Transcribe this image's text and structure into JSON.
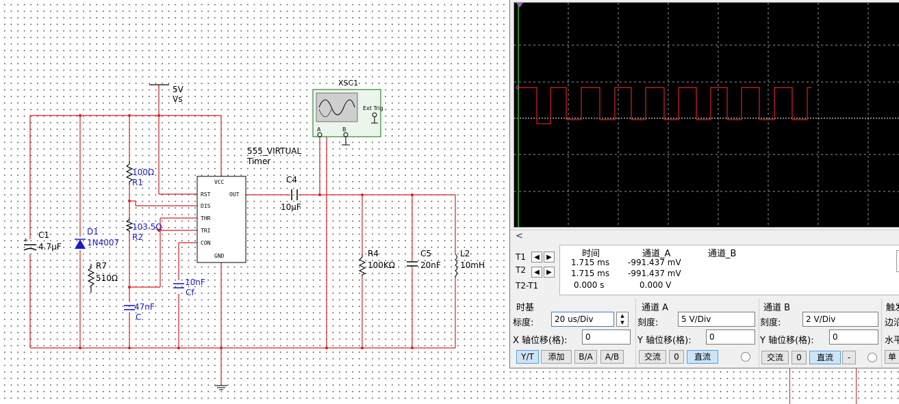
{
  "schematic": {
    "supply_label": "5V",
    "supply_name": "Vs",
    "timer_name": "555_VIRTUAL",
    "timer_sub": "Timer",
    "scope_name": "XSC1",
    "scope_ext_trig": "Ext Trig",
    "scope_pin_a": "A",
    "scope_pin_b": "B",
    "pins": {
      "vcc": "VCC",
      "rst": "RST",
      "out": "OUT",
      "dis": "DIS",
      "thr": "THR",
      "tri": "TRI",
      "con": "CON",
      "gnd": "GND"
    },
    "components": {
      "r1": {
        "value": "100Ω",
        "name": "R1"
      },
      "r2": {
        "value": "103.5Ω",
        "name": "R2"
      },
      "c1": {
        "name": "C1",
        "value": "4.7µF"
      },
      "d1": {
        "name": "D1",
        "value": "1N4007"
      },
      "r7": {
        "name": "R7",
        "value": "510Ω"
      },
      "c": {
        "value": "47nF",
        "name": "C"
      },
      "cf": {
        "value": "10nF",
        "name": "Cf"
      },
      "c4": {
        "name": "C4",
        "value": "10µF"
      },
      "r4": {
        "name": "R4",
        "value": "100KΩ"
      },
      "c5": {
        "name": "C5",
        "value": "20nF"
      },
      "l2": {
        "name": "L2",
        "value": "10mH"
      }
    }
  },
  "oscilloscope": {
    "trace_color": "#e02020",
    "scroll_left": "<",
    "readout": {
      "headers": [
        "时间",
        "通道_A",
        "通道_B"
      ],
      "rows": [
        {
          "label": "T1",
          "time": "1.715 ms",
          "cha": "-991.437 mV",
          "chb": ""
        },
        {
          "label": "T2",
          "time": "1.715 ms",
          "cha": "-991.437 mV",
          "chb": ""
        },
        {
          "label": "T2-T1",
          "time": "0.000 s",
          "cha": "0.000 V",
          "chb": ""
        }
      ]
    },
    "timebase": {
      "title": "时基",
      "scale_label": "标度:",
      "scale_value": "20 us/Div",
      "xpos_label": "X 轴位移(格):",
      "xpos_value": "0",
      "buttons": [
        "Y/T",
        "添加",
        "B/A",
        "A/B"
      ]
    },
    "channel_a": {
      "title": "通道 A",
      "scale_label": "刻度:",
      "scale_value": "5  V/Div",
      "ypos_label": "Y 轴位移(格):",
      "ypos_value": "0",
      "buttons": [
        "交流",
        "0",
        "直流"
      ]
    },
    "channel_b": {
      "title": "通道 B",
      "scale_label": "刻度:",
      "scale_value": "2  V/Div",
      "ypos_label": "Y 轴位移(格):",
      "ypos_value": "0",
      "buttons": [
        "交流",
        "0",
        "直流",
        "-"
      ]
    },
    "trigger": {
      "title": "触发",
      "edge_label": "边沿",
      "level_label": "水平",
      "single_button": "单"
    }
  }
}
